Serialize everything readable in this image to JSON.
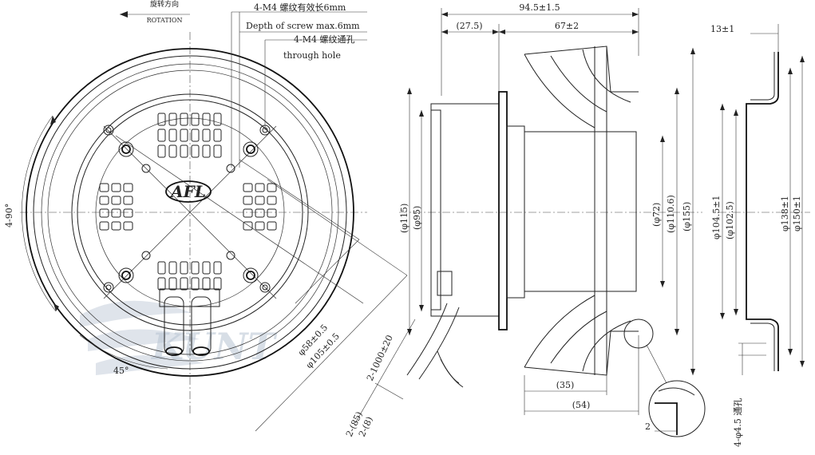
{
  "front_view": {
    "rotation_cn": "旋转方向",
    "rotation_en": "ROTATION",
    "screw_depth_cn": "4-M4 螺纹有效长6mm",
    "screw_depth_en": "Depth of screw max.6mm",
    "through_hole_cn": "4-M4 螺纹通孔",
    "through_hole_en": "through hole",
    "angle_4x90": "4-90°",
    "angle_45": "45°",
    "dia_58": "φ58±0.5",
    "dia_105": "φ105±0.5",
    "cable_length": "2-1000±20",
    "cable_85": "2-(85)",
    "cable_8": "2-(8)",
    "logo_text": "AFL",
    "watermark": "KUNT"
  },
  "side_view": {
    "overall_depth": "94.5±1.5",
    "depth_27_5": "(27.5)",
    "depth_67": "67±2",
    "dia_115": "(φ115)",
    "dia_95": "(φ95)",
    "dia_72": "(φ72)",
    "dia_110_6": "(φ110.6)",
    "dia_155": "(φ155)",
    "dim_35": "(35)",
    "dim_54": "(54)",
    "dim_2": "2"
  },
  "ring_view": {
    "thickness": "13±1",
    "dia_104_5": "φ104.5±1",
    "dia_102_5": "(φ102.5)",
    "dia_138": "φ138±1",
    "dia_150": "φ150±1",
    "holes": "4-φ4.5 通孔"
  }
}
